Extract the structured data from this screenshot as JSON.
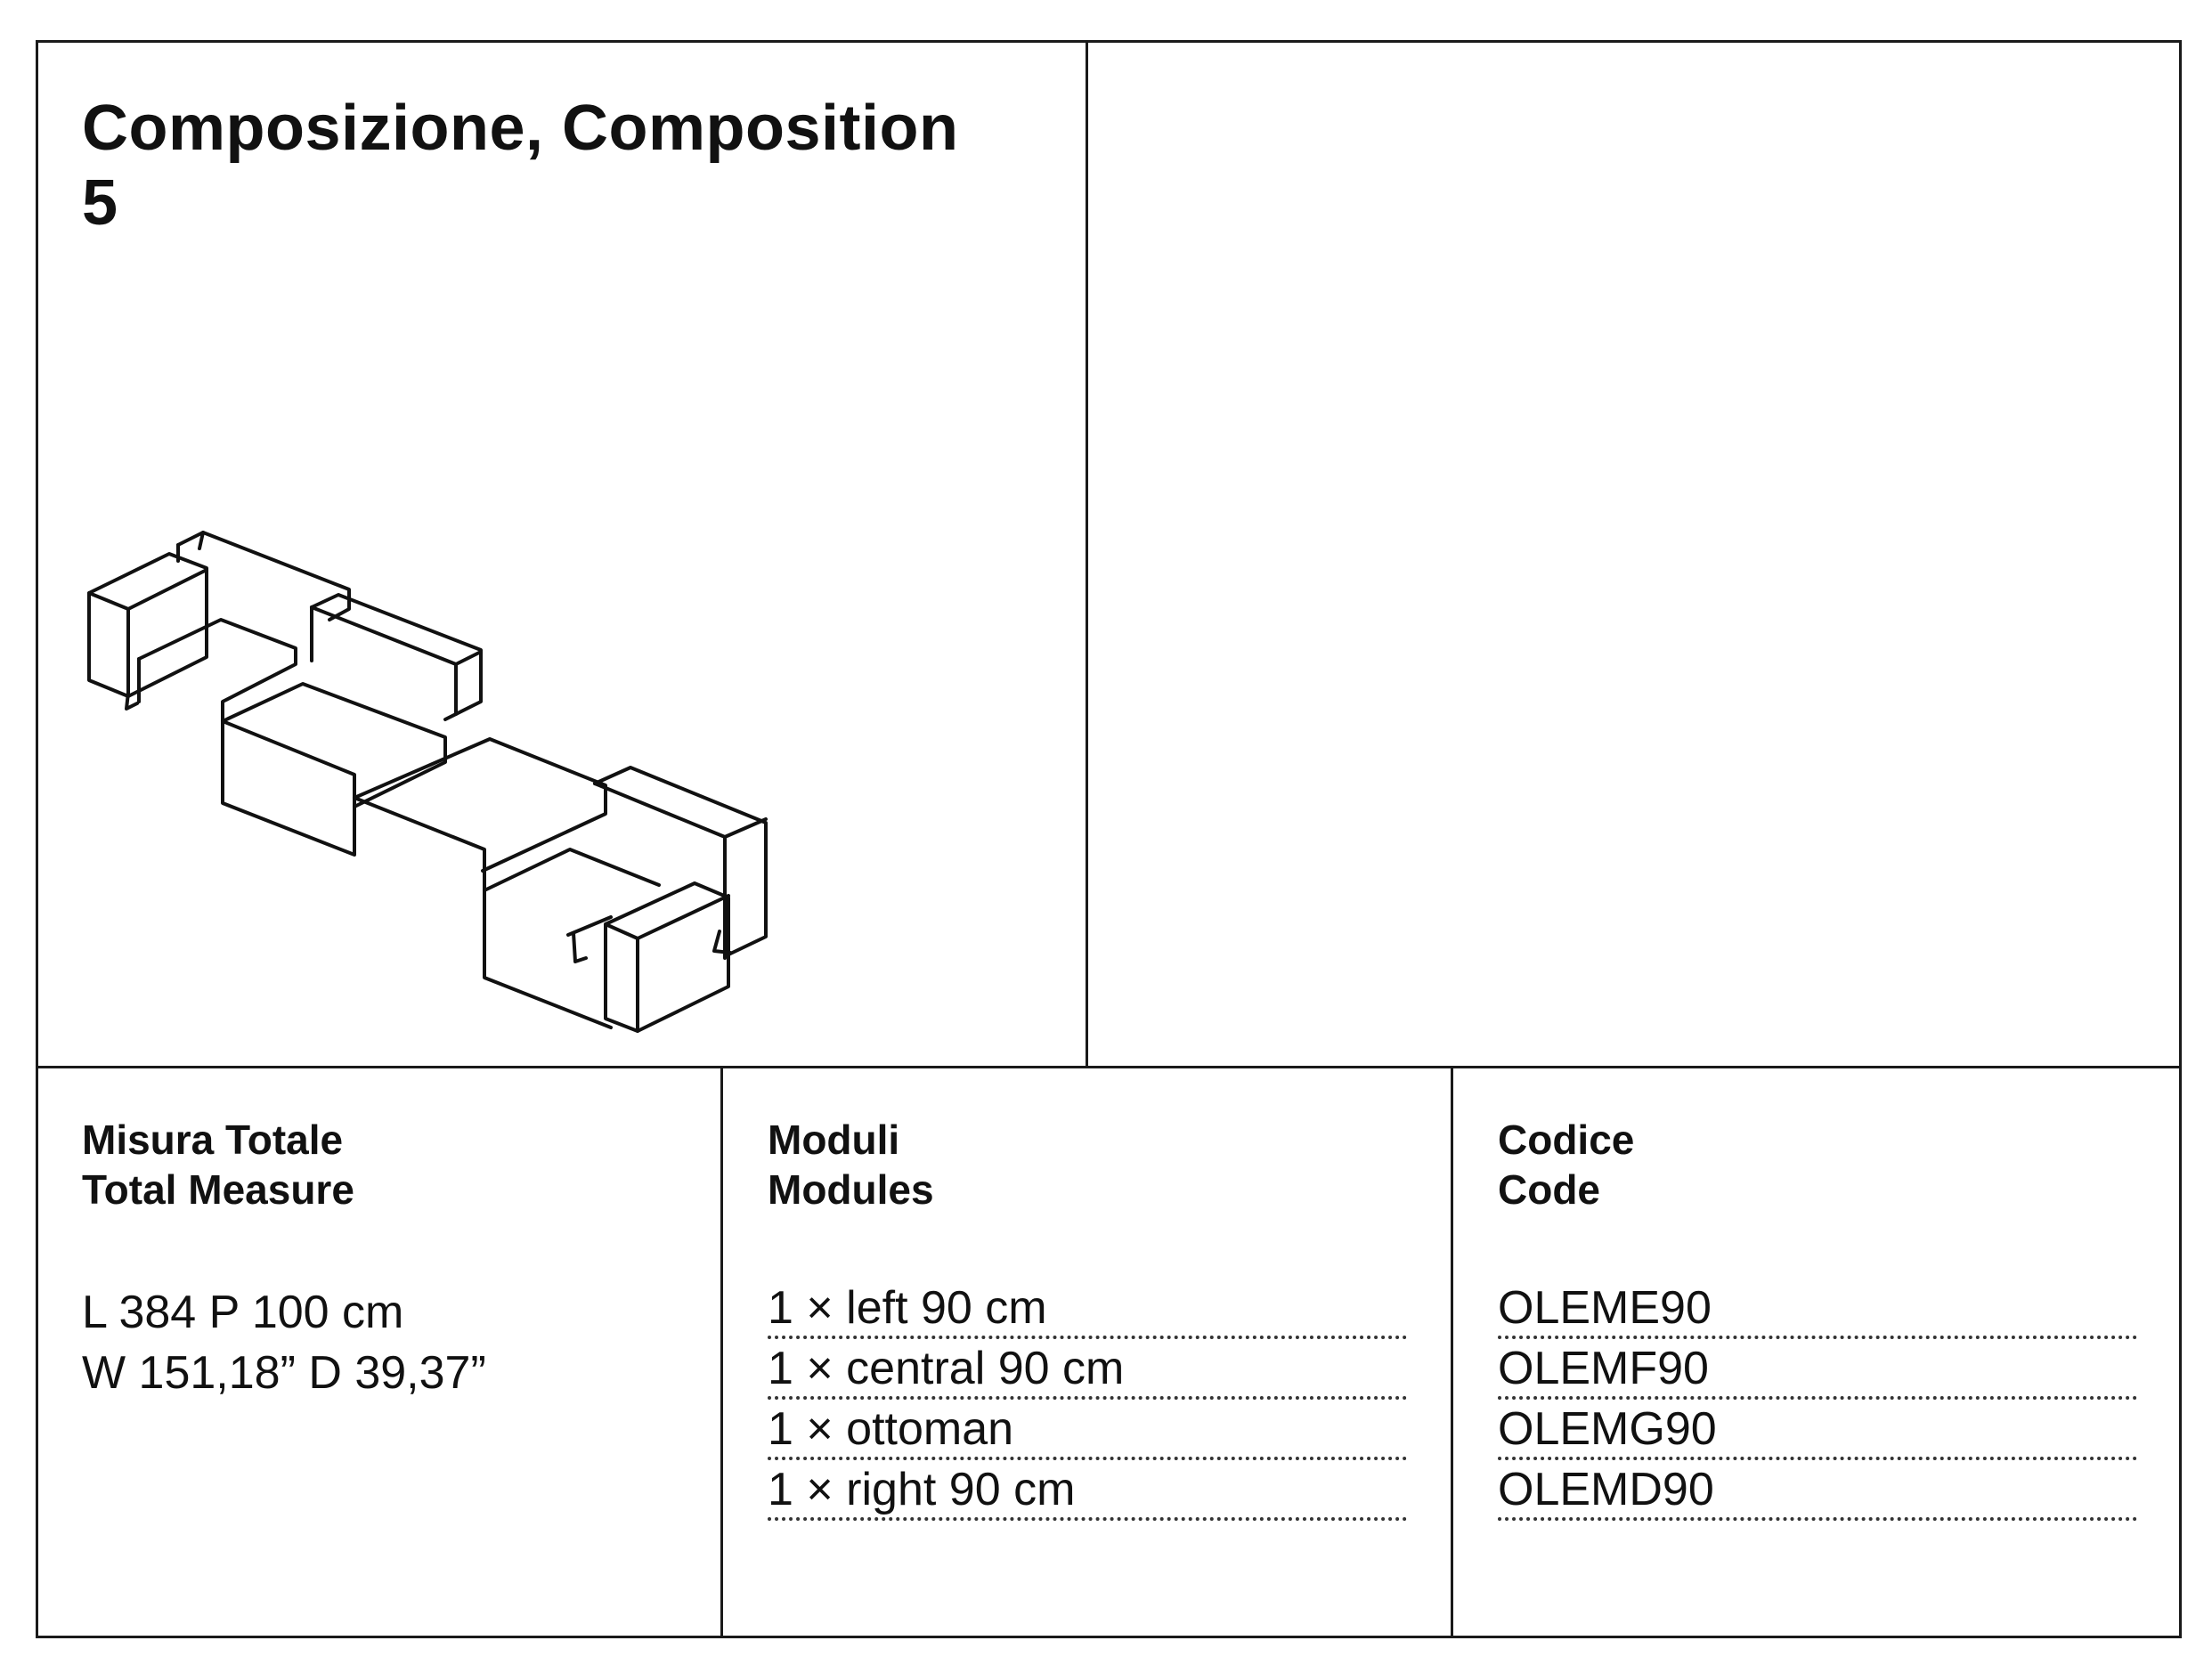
{
  "title": {
    "line1": "Composizione, Composition",
    "line2": "5"
  },
  "illustration": {
    "icon": "modular-sofa-isometric-drawing"
  },
  "total_measure": {
    "heading_it": "Misura Totale",
    "heading_en": "Total Measure",
    "metric": "L 384 P 100 cm",
    "imperial": "W 151,18” D 39,37”"
  },
  "modules": {
    "heading_it": "Moduli",
    "heading_en": "Modules",
    "items": [
      "1 × left 90 cm",
      "1 × central 90 cm",
      "1 × ottoman",
      "1 × right 90 cm"
    ]
  },
  "codes": {
    "heading_it": "Codice",
    "heading_en": "Code",
    "items": [
      "OLEME90",
      "OLEMF90",
      "OLEMG90",
      "OLEMD90"
    ]
  }
}
